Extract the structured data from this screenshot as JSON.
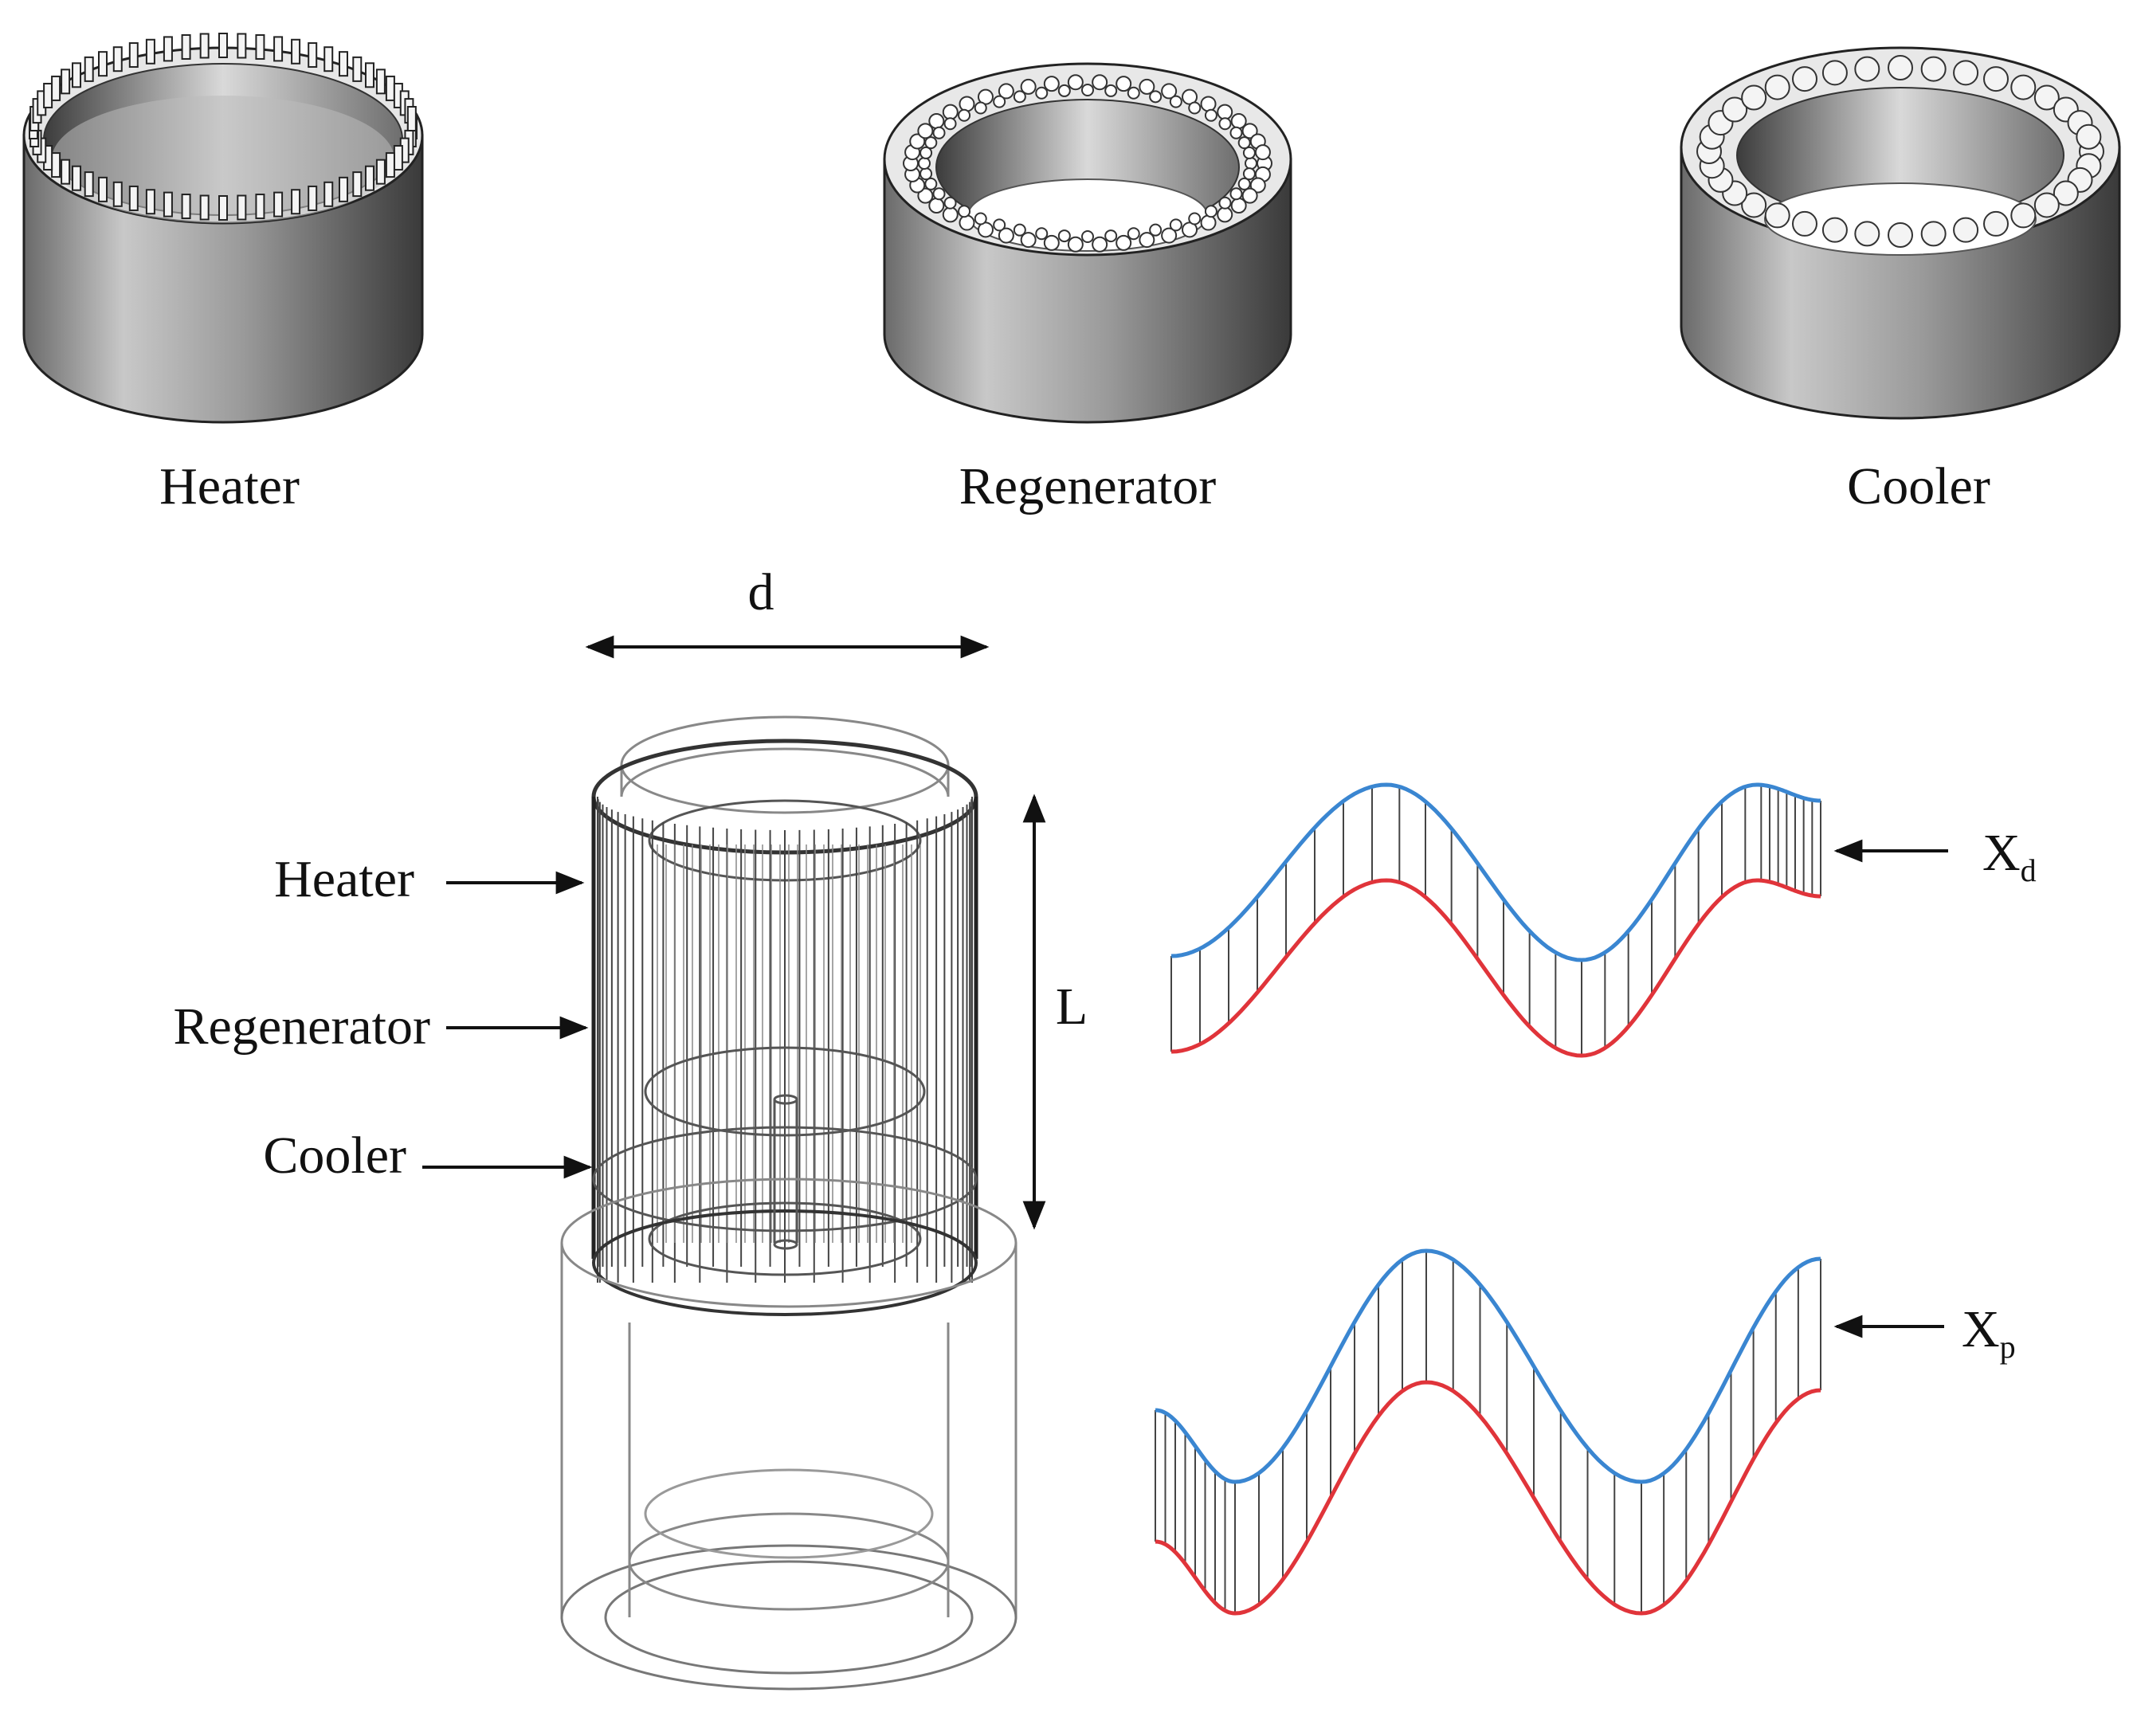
{
  "components": [
    {
      "id": "heater",
      "label": "Heater"
    },
    {
      "id": "regenerator",
      "label": "Regenerator"
    },
    {
      "id": "cooler",
      "label": "Cooler"
    }
  ],
  "assembly": {
    "labels": {
      "heater": "Heater",
      "regenerator": "Regenerator",
      "cooler": "Cooler"
    },
    "dimensions": {
      "diameter": "d",
      "length": "L"
    }
  },
  "signals": [
    {
      "id": "xd",
      "base": "X",
      "sub": "d"
    },
    {
      "id": "xp",
      "base": "X",
      "sub": "p"
    }
  ],
  "colors": {
    "upper_curve": "#3a86d1",
    "lower_curve": "#e0343a",
    "line": "#111111",
    "wire": "#555555"
  }
}
